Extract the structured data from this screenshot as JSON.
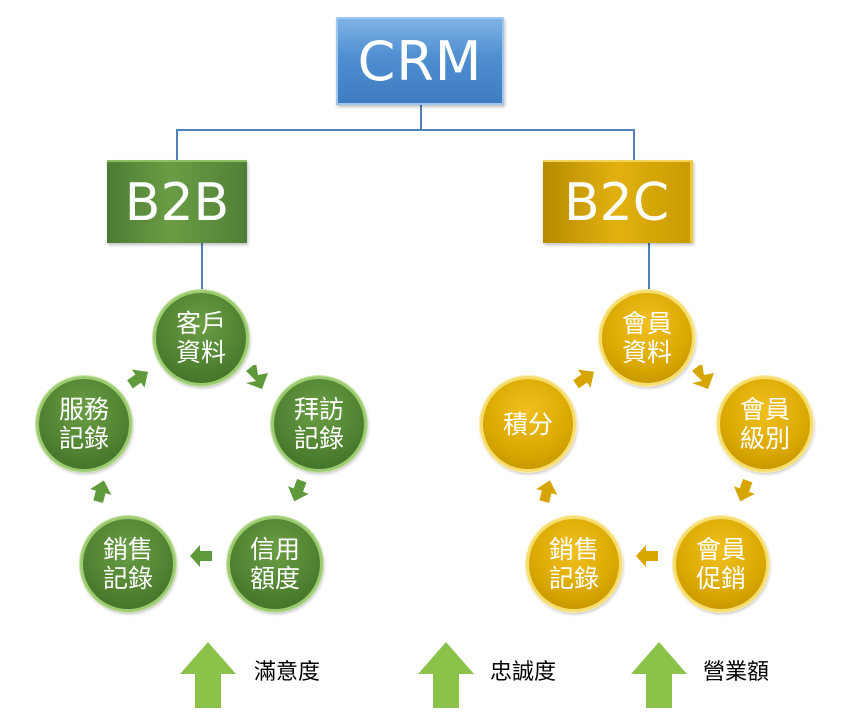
{
  "root": {
    "label": "CRM",
    "color": "#4f8fd0"
  },
  "branches": [
    {
      "label": "B2B",
      "color": "#5f8f3e",
      "cycle": [
        {
          "line1": "客戶",
          "line2": "資料"
        },
        {
          "line1": "拜訪",
          "line2": "記錄"
        },
        {
          "line1": "信用",
          "line2": "額度"
        },
        {
          "line1": "銷售",
          "line2": "記錄"
        },
        {
          "line1": "服務",
          "line2": "記錄"
        }
      ]
    },
    {
      "label": "B2C",
      "color": "#d4a600",
      "cycle": [
        {
          "line1": "會員",
          "line2": "資料"
        },
        {
          "line1": "會員",
          "line2": "級別"
        },
        {
          "line1": "會員",
          "line2": "促銷"
        },
        {
          "line1": "銷售",
          "line2": "記錄"
        },
        {
          "line1": "積分",
          "line2": ""
        }
      ]
    }
  ],
  "outcomes": [
    {
      "label": "滿意度",
      "icon": "up-arrow-icon"
    },
    {
      "label": "忠誠度",
      "icon": "up-arrow-icon"
    },
    {
      "label": "營業額",
      "icon": "up-arrow-icon"
    }
  ],
  "outcome_color": "#8bc34a"
}
